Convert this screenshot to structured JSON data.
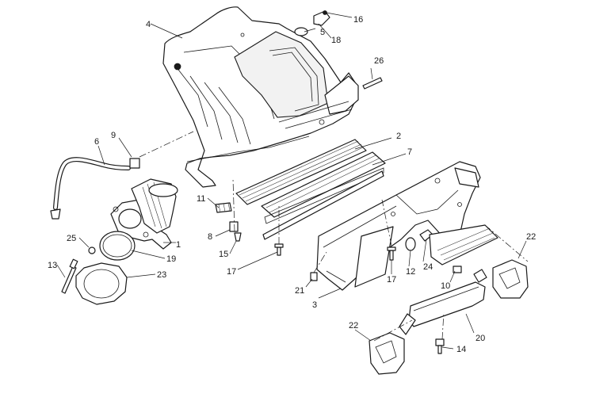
{
  "diagram": {
    "callouts": {
      "c1": "1",
      "c2": "2",
      "c3": "3",
      "c4": "4",
      "c5": "5",
      "c6": "6",
      "c7": "7",
      "c8": "8",
      "c9": "9",
      "c10": "10",
      "c11": "11",
      "c12": "12",
      "c13": "13",
      "c14": "14",
      "c15": "15",
      "c16": "16",
      "c17a": "17",
      "c17b": "17",
      "c18": "18",
      "c19": "19",
      "c20": "20",
      "c21": "21",
      "c22a": "22",
      "c22b": "22",
      "c23": "23",
      "c24": "24",
      "c25": "25",
      "c26": "26"
    }
  }
}
